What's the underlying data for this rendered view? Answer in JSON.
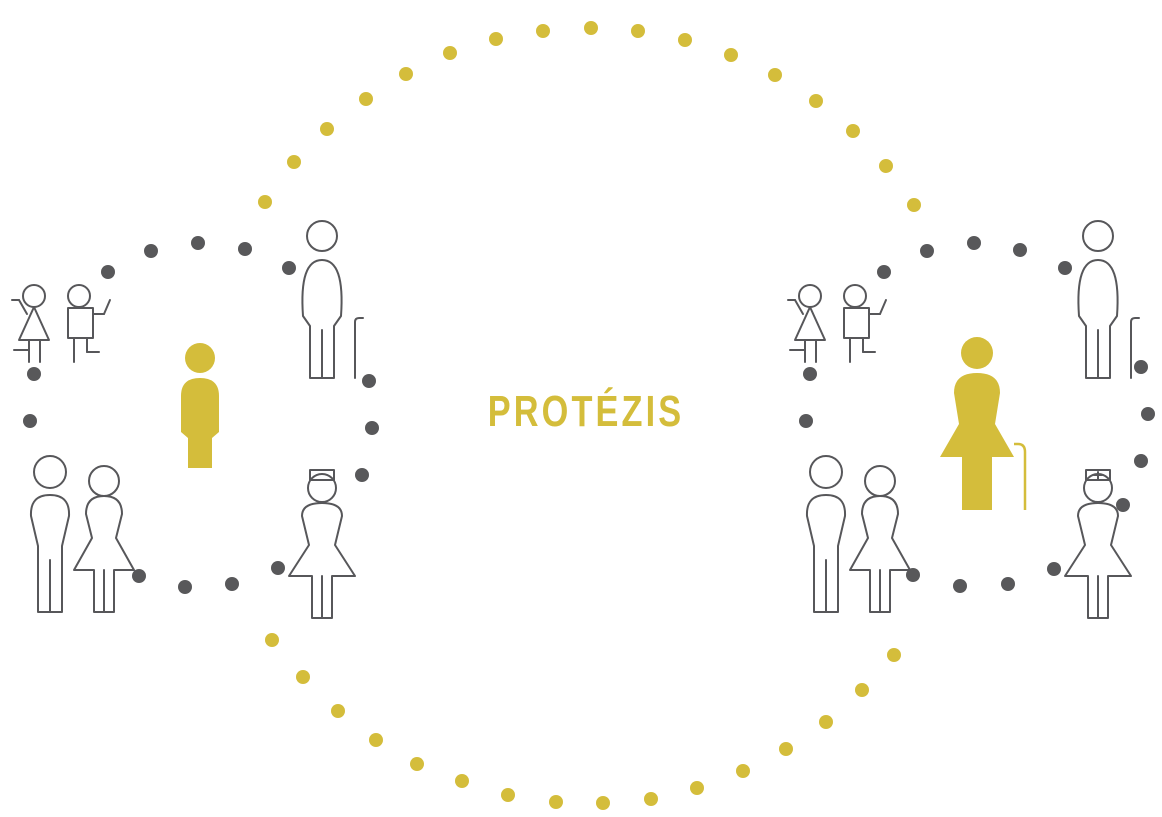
{
  "center_label": "PROTÉZIS",
  "colors": {
    "accent": "#d4bd3b",
    "dark_dot": "#58585a",
    "outline": "#57575a",
    "background": "#ffffff"
  },
  "groups": [
    {
      "id": "left",
      "highlight": "man",
      "people": [
        "children",
        "couple",
        "elderly-man",
        "nurse",
        "man"
      ]
    },
    {
      "id": "right",
      "highlight": "elderly-woman-with-cane",
      "people": [
        "children",
        "couple",
        "elderly-man",
        "nurse",
        "elderly-woman-with-cane"
      ]
    }
  ]
}
